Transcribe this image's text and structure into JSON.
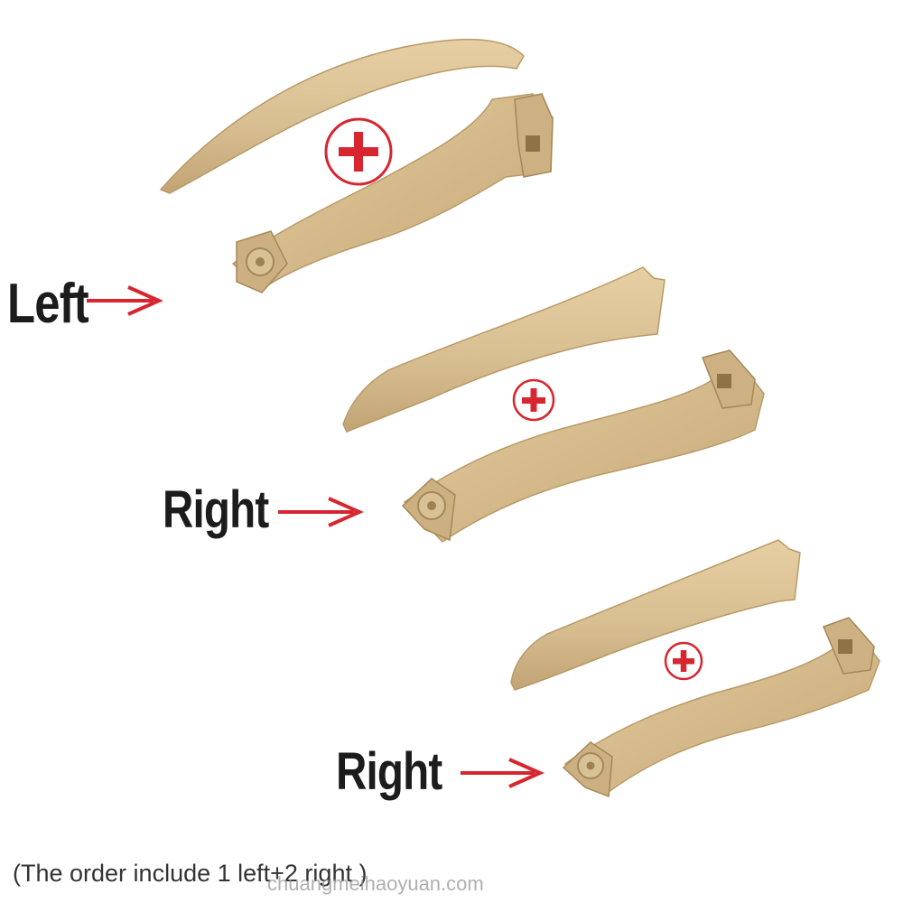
{
  "labels": {
    "left": "Left",
    "right_first": "Right",
    "right_second": "Right"
  },
  "caption": "(The order include 1 left+2 right )",
  "watermark": "chuangmeihaoyuan.com",
  "colors": {
    "part": "#d8bf92",
    "part_dark": "#b89a68",
    "part_shadow": "#c4a677",
    "accent_red": "#d7262f",
    "text": "#1c1c1c"
  },
  "icons": {
    "plus": "plus-in-circle-icon",
    "arrow": "right-arrow-icon"
  }
}
